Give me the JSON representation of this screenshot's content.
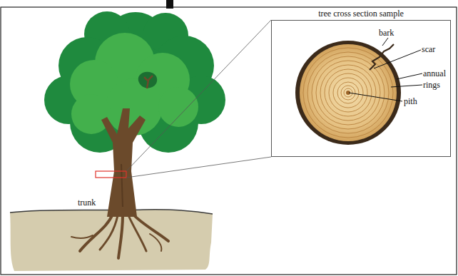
{
  "diagram": {
    "nodes": [
      {
        "text": [
          "tree cross section sample"
        ]
      }
    ],
    "labels": [
      "bark",
      "scar",
      "annual rings",
      "pith",
      "trunk"
    ]
  }
}
